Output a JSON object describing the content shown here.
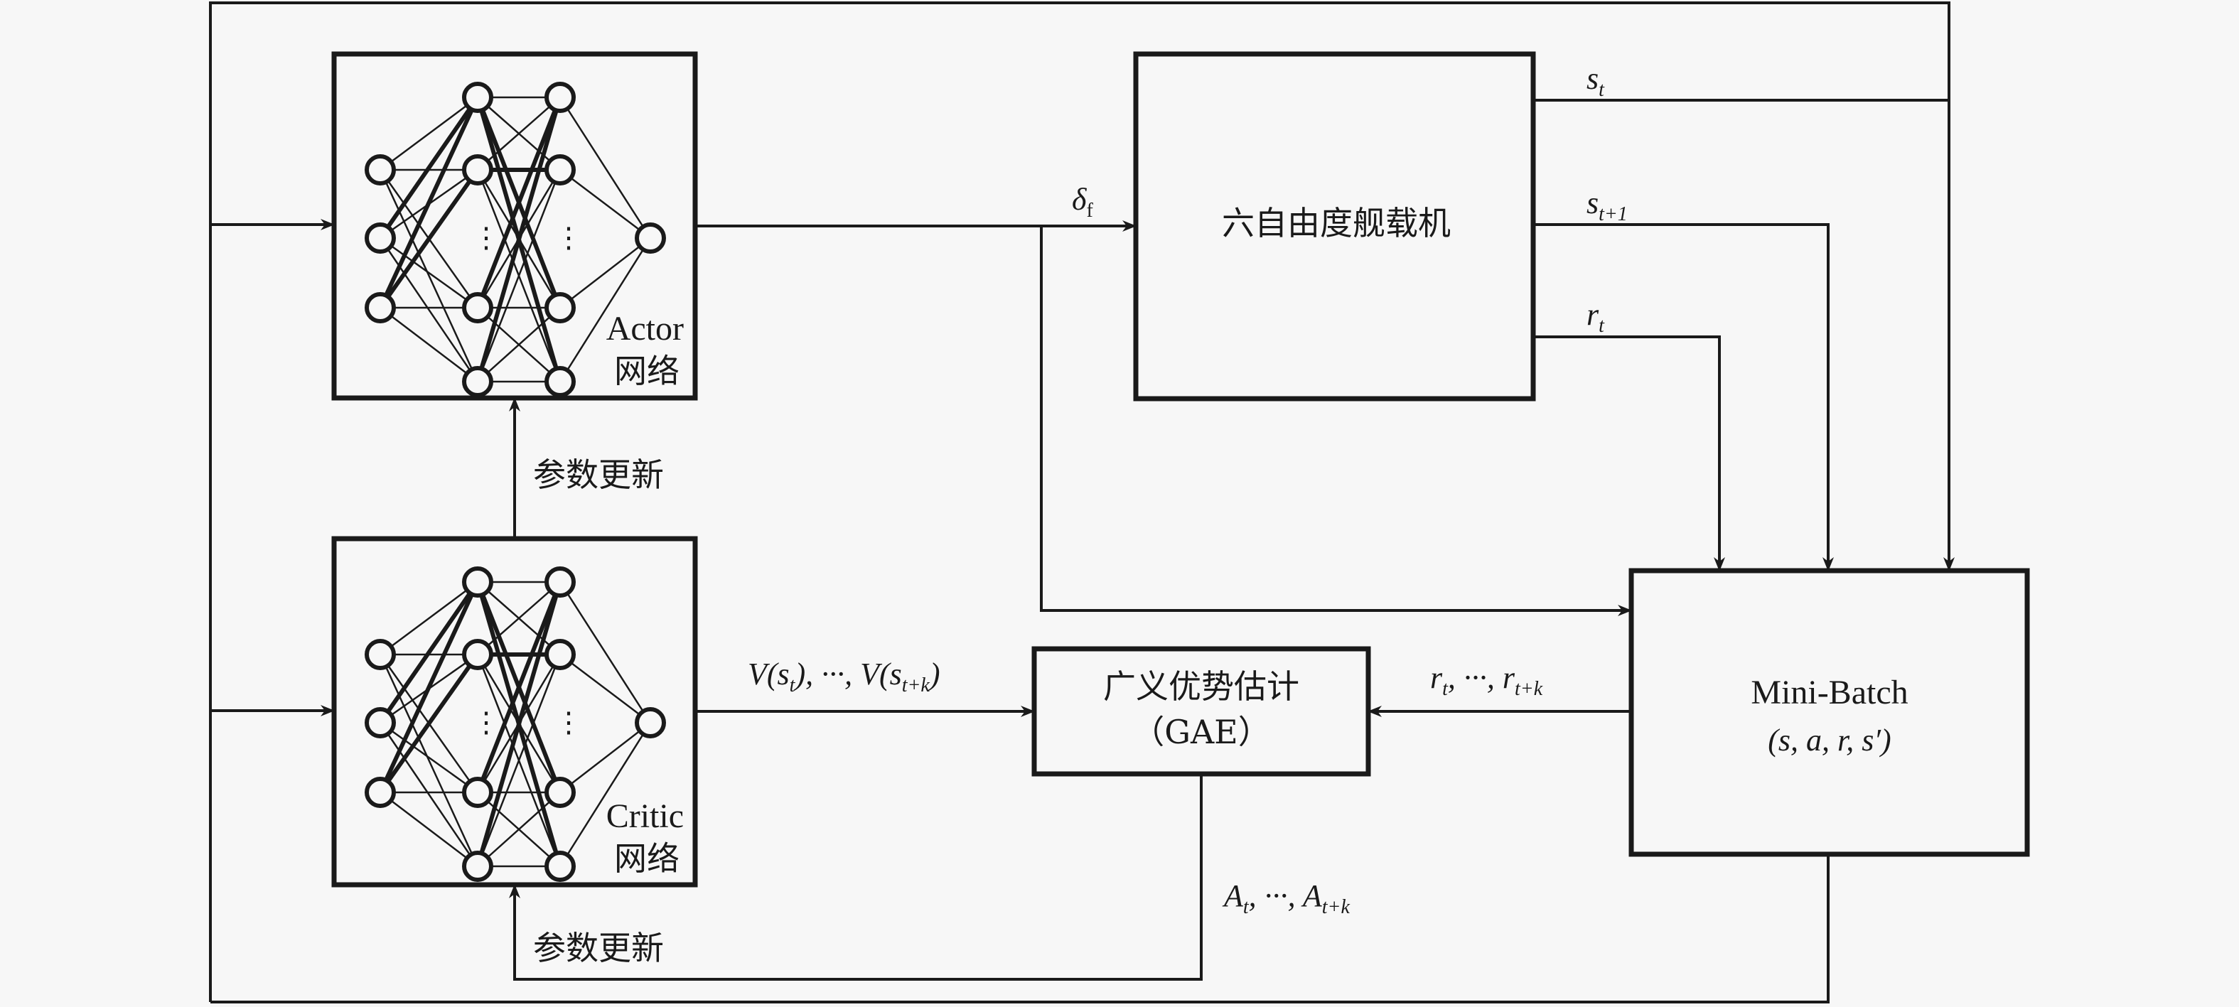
{
  "diagram": {
    "actor": {
      "name_en": "Actor",
      "name_zh": "网络"
    },
    "critic": {
      "name_en": "Critic",
      "name_zh": "网络"
    },
    "param_update_actor": "参数更新",
    "param_update_critic": "参数更新",
    "aircraft": {
      "label": "六自由度舰载机"
    },
    "gae": {
      "label_zh": "广义优势估计",
      "label_en": "（GAE）"
    },
    "minibatch": {
      "title": "Mini-Batch",
      "tuple": "(s, a, r, s′)"
    },
    "signals": {
      "action": {
        "base": "δ",
        "sub": "f"
      },
      "state": {
        "base": "s",
        "sub": "t"
      },
      "next_state": {
        "base": "s",
        "sub": "t+1"
      },
      "reward": {
        "base": "r",
        "sub": "t"
      },
      "values": {
        "p1": "V(s",
        "s1": "t",
        "p2": "), ···, V(s",
        "s2": "t+k",
        "p3": ")"
      },
      "rewards_seq": {
        "p1": "r",
        "s1": "t",
        "p2": ", ···, r",
        "s2": "t+k"
      },
      "advantages": {
        "p1": "A",
        "s1": "t",
        "p2": ", ···, A",
        "s2": "t+k"
      }
    },
    "network": {
      "layer_sizes_shown": [
        3,
        4,
        4,
        1
      ],
      "ellipsis": "⋮"
    }
  }
}
